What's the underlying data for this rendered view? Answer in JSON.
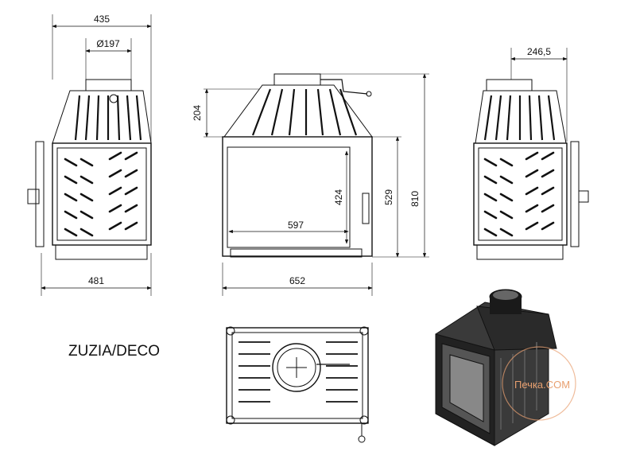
{
  "model_name": "ZUZIA/DECO",
  "dimensions": {
    "front_width": "435",
    "flue_diameter": "Ø197",
    "side_offset": "246,5",
    "top_height": "204",
    "base_depth": "481",
    "door_height": "424",
    "body_height": "529",
    "total_height": "810",
    "door_width": "597",
    "body_width": "652"
  },
  "watermark": "Печка.COM",
  "colors": {
    "line": "#111111",
    "accent": "#e8a070"
  }
}
